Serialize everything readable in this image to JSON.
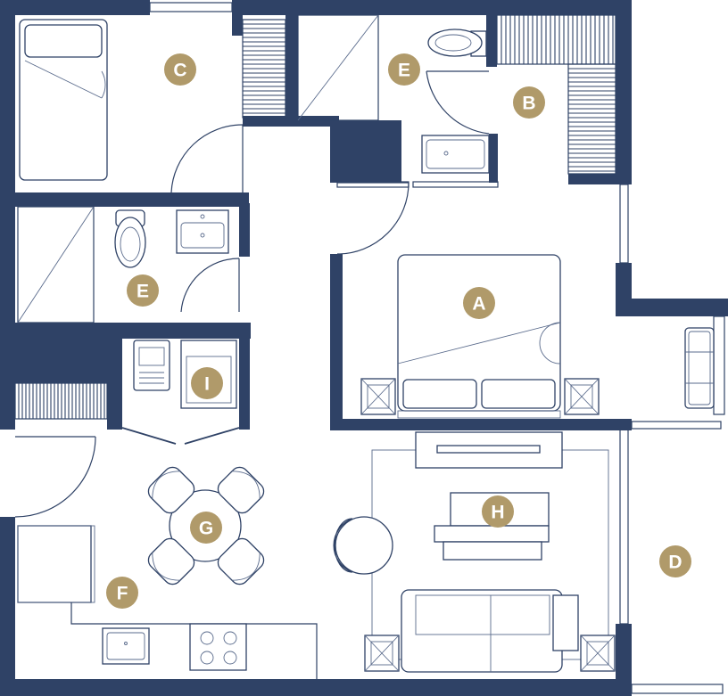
{
  "floorplan": {
    "colors": {
      "wall": "#2f4266",
      "badge": "#b09a6a",
      "badge_text": "#ffffff"
    },
    "rooms": [
      {
        "id": "room-a",
        "label": "A"
      },
      {
        "id": "room-b",
        "label": "B"
      },
      {
        "id": "room-c",
        "label": "C"
      },
      {
        "id": "room-d",
        "label": "D"
      },
      {
        "id": "room-e-upper",
        "label": "E"
      },
      {
        "id": "room-e-lower",
        "label": "E"
      },
      {
        "id": "room-f",
        "label": "F"
      },
      {
        "id": "room-g",
        "label": "G"
      },
      {
        "id": "room-h",
        "label": "H"
      },
      {
        "id": "room-i",
        "label": "I"
      }
    ]
  }
}
